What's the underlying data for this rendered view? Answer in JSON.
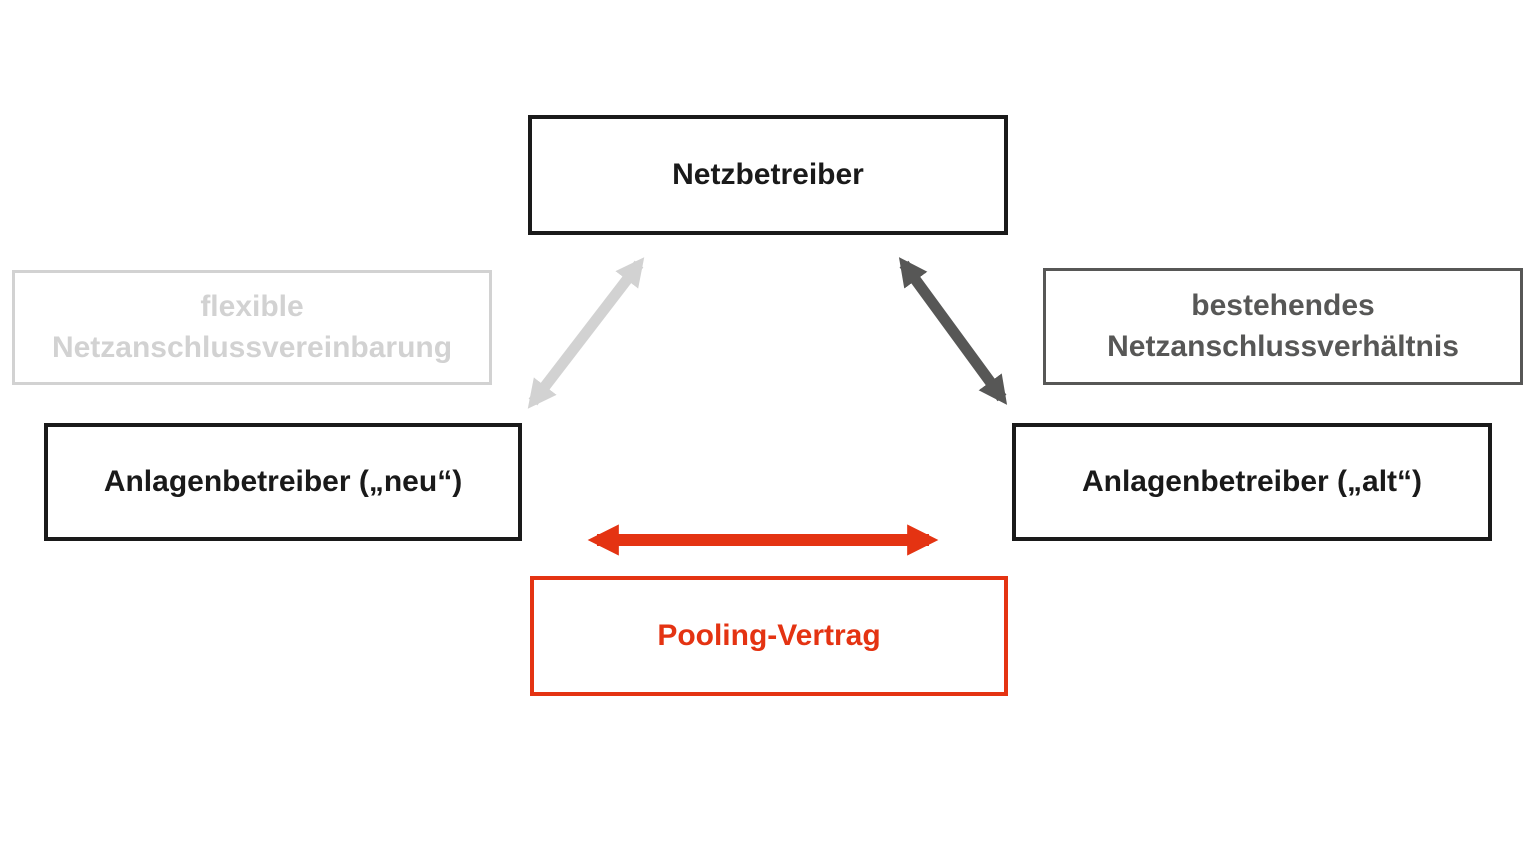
{
  "nodes": {
    "netzbetreiber": {
      "label": "Netzbetreiber"
    },
    "flexible_vereinbarung": {
      "line1": "flexible",
      "line2": "Netzanschlussvereinbarung"
    },
    "bestehendes_verhaeltnis": {
      "line1": "bestehendes",
      "line2": "Netzanschlussverhältnis"
    },
    "anlagenbetreiber_neu": {
      "label": "Anlagenbetreiber („neu“)"
    },
    "anlagenbetreiber_alt": {
      "label": "Anlagenbetreiber („alt“)"
    },
    "pooling_vertrag": {
      "label": "Pooling-Vertrag"
    }
  },
  "colors": {
    "black": "#1a1a1a",
    "light_gray": "#d2d2d2",
    "dark_gray": "#575756",
    "red": "#e43312",
    "background": "#ffffff"
  },
  "arrows": [
    {
      "name": "netzbetreiber-to-anlagenbetreiber-neu",
      "direction": "bidirectional",
      "color": "#d2d2d2"
    },
    {
      "name": "netzbetreiber-to-anlagenbetreiber-alt",
      "direction": "bidirectional",
      "color": "#575756"
    },
    {
      "name": "anlagenbetreiber-neu-to-anlagenbetreiber-alt",
      "direction": "bidirectional",
      "color": "#e43312"
    }
  ]
}
